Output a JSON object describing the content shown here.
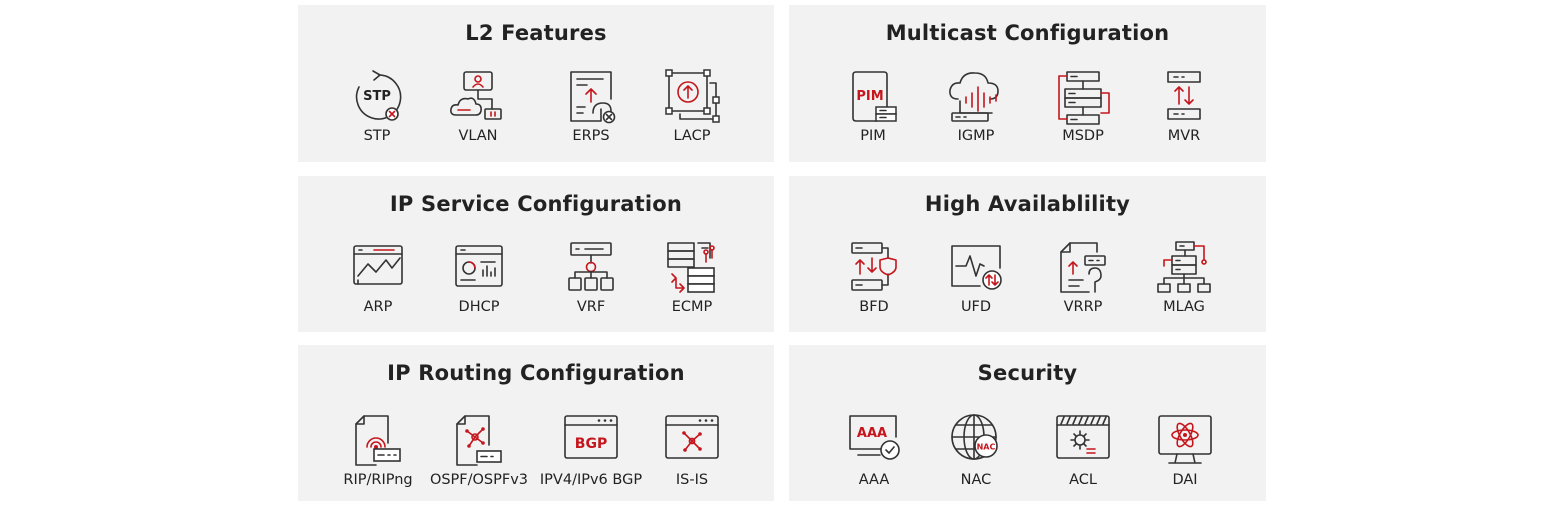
{
  "accent_color": "#c4161c",
  "panels": {
    "l2": {
      "title": "L2 Features",
      "items": [
        {
          "label": "STP",
          "icon": "stp-cycle-icon"
        },
        {
          "label": "VLAN",
          "icon": "vlan-network-icon"
        },
        {
          "label": "ERPS",
          "icon": "erps-document-icon"
        },
        {
          "label": "LACP",
          "icon": "lacp-aggregation-icon"
        }
      ]
    },
    "multicast": {
      "title": "Multicast Configuration",
      "items": [
        {
          "label": "PIM",
          "icon": "pim-document-icon"
        },
        {
          "label": "IGMP",
          "icon": "igmp-cloud-icon"
        },
        {
          "label": "MSDP",
          "icon": "msdp-server-stack-icon"
        },
        {
          "label": "MVR",
          "icon": "mvr-exchange-icon"
        }
      ]
    },
    "ip_service": {
      "title": "IP Service Configuration",
      "items": [
        {
          "label": "ARP",
          "icon": "arp-monitor-icon"
        },
        {
          "label": "DHCP",
          "icon": "dhcp-dashboard-icon"
        },
        {
          "label": "VRF",
          "icon": "vrf-hierarchy-icon"
        },
        {
          "label": "ECMP",
          "icon": "ecmp-servers-icon"
        }
      ]
    },
    "ha": {
      "title": "High Availablility",
      "items": [
        {
          "label": "BFD",
          "icon": "bfd-shield-icon"
        },
        {
          "label": "UFD",
          "icon": "ufd-pulse-icon"
        },
        {
          "label": "VRRP",
          "icon": "vrrp-document-icon"
        },
        {
          "label": "MLAG",
          "icon": "mlag-topology-icon"
        }
      ]
    },
    "ip_routing": {
      "title": "IP Routing Configuration",
      "items": [
        {
          "label": "RIP/RIPng",
          "icon": "rip-wireless-icon"
        },
        {
          "label": "OSPF/OSPFv3",
          "icon": "ospf-node-icon"
        },
        {
          "label": "IPV4/IPv6 BGP",
          "icon": "bgp-window-icon"
        },
        {
          "label": "IS-IS",
          "icon": "isis-window-icon"
        }
      ]
    },
    "security": {
      "title": "Security",
      "items": [
        {
          "label": "AAA",
          "icon": "aaa-monitor-icon"
        },
        {
          "label": "NAC",
          "icon": "nac-globe-icon"
        },
        {
          "label": "ACL",
          "icon": "acl-gear-icon"
        },
        {
          "label": "DAI",
          "icon": "dai-atom-icon"
        }
      ]
    }
  },
  "icon_text": {
    "stp": "STP",
    "pim": "PIM",
    "bgp": "BGP",
    "aaa": "AAA",
    "nac": "NAC"
  }
}
